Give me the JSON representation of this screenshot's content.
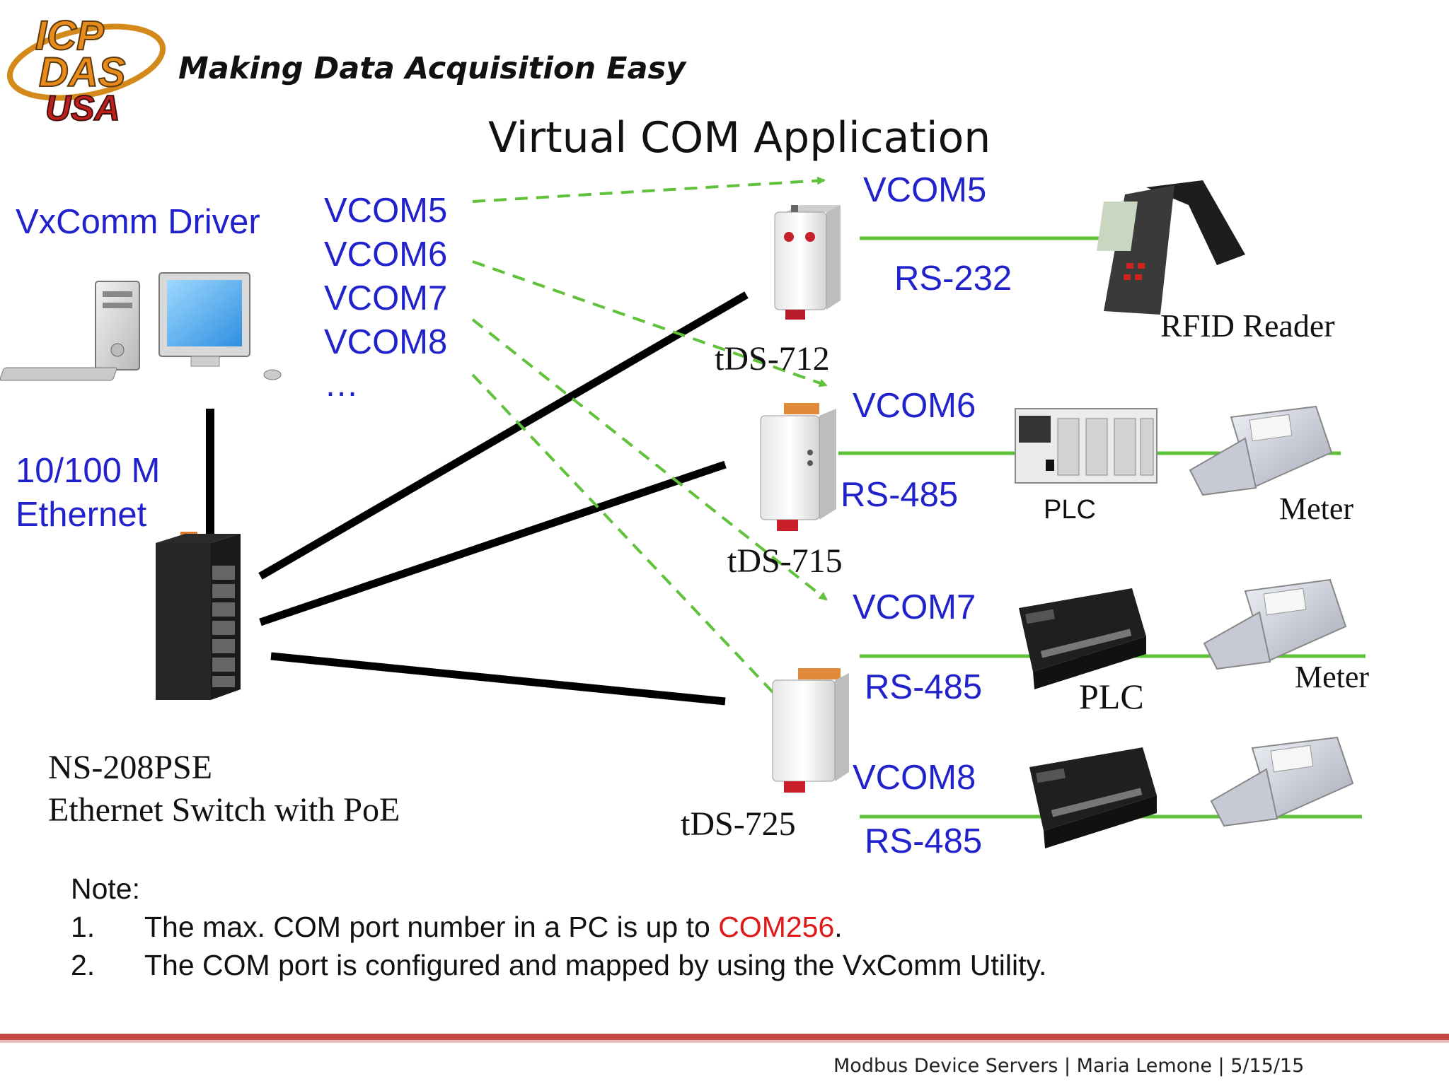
{
  "header": {
    "logo_text": "ICP DAS USA",
    "tagline": "Making Data Acquisition Easy",
    "title": "Virtual COM Application"
  },
  "pc": {
    "driver_label": "VxComm Driver",
    "ethernet_label_line1": "10/100 M",
    "ethernet_label_line2": "Ethernet"
  },
  "vcom_list": [
    "VCOM5",
    "VCOM6",
    "VCOM7",
    "VCOM8",
    "…"
  ],
  "switch": {
    "model": "NS-208PSE",
    "description": "Ethernet Switch with PoE"
  },
  "servers": [
    {
      "model": "tDS-712"
    },
    {
      "model": "tDS-715"
    },
    {
      "model": "tDS-725"
    }
  ],
  "links": [
    {
      "vcom": "VCOM5",
      "bus": "RS-232",
      "devices": [
        "RFID Reader"
      ]
    },
    {
      "vcom": "VCOM6",
      "bus": "RS-485",
      "devices": [
        "PLC",
        "Meter"
      ]
    },
    {
      "vcom": "VCOM7",
      "bus": "RS-485",
      "devices": [
        "PLC",
        "Meter"
      ]
    },
    {
      "vcom": "VCOM8",
      "bus": "RS-485",
      "devices": []
    }
  ],
  "notes": {
    "heading": "Note:",
    "items": [
      {
        "num": "1.",
        "before": "The max. COM port number in a PC is up to ",
        "highlight": "COM256",
        "after": "."
      },
      {
        "num": "2.",
        "text": "The COM port is configured and mapped by using the VxComm Utility."
      }
    ]
  },
  "footer": "Modbus Device Servers | Maria  Lemone | 5/15/15",
  "colors": {
    "label_blue": "#2222cc",
    "line_green": "#5fc23a",
    "highlight_red": "#e01818",
    "footer_bar": "#c84848"
  }
}
